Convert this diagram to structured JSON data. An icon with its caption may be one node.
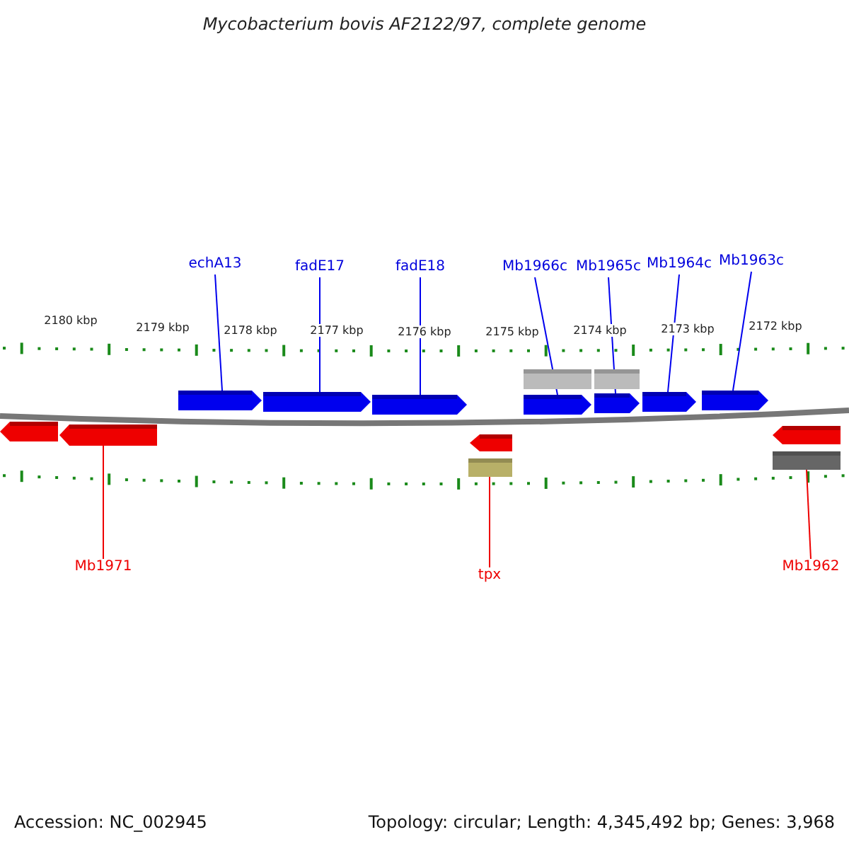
{
  "diagram": {
    "title": "Mycobacterium bovis AF2122/97, complete genome",
    "nodes": [
      {
        "text": [
          "echA13"
        ]
      },
      {
        "text": [
          "fadE17"
        ]
      },
      {
        "text": [
          "fadE18"
        ]
      },
      {
        "text": [
          "Mb1966c"
        ]
      },
      {
        "text": [
          "Mb1965c"
        ]
      },
      {
        "text": [
          "Mb1964c"
        ]
      },
      {
        "text": [
          "Mb1963c"
        ]
      },
      {
        "text": [],
        "shape": "arrow"
      },
      {
        "text": [],
        "shape": "arrow"
      },
      {
        "text": [],
        "shape": "arrow"
      },
      {
        "text": [],
        "shape": "arrow"
      },
      {
        "text": [],
        "shape": "arrow"
      },
      {
        "text": [],
        "shape": "arrow"
      },
      {
        "text": [],
        "shape": "arrow"
      },
      {
        "text": [],
        "shape": "bar"
      },
      {
        "text": [],
        "shape": "bar"
      },
      {
        "text": [],
        "shape": "arrow"
      },
      {
        "text": [],
        "shape": "arrow"
      },
      {
        "text": [],
        "shape": "arrow"
      },
      {
        "text": [],
        "shape": "arrow"
      },
      {
        "text": [],
        "shape": "bar"
      },
      {
        "text": [],
        "shape": "bar"
      },
      {
        "text": [
          "Mb1971"
        ]
      },
      {
        "text": [
          "tpx"
        ]
      },
      {
        "text": [
          "Mb1962"
        ]
      }
    ],
    "edges": [
      {
        "from": 0,
        "to": 7,
        "arrow": "none"
      },
      {
        "from": 1,
        "to": 8,
        "arrow": "none"
      },
      {
        "from": 2,
        "to": 9,
        "arrow": "none"
      },
      {
        "from": 3,
        "to": 10,
        "arrow": "none"
      },
      {
        "from": 4,
        "to": 11,
        "arrow": "none"
      },
      {
        "from": 5,
        "to": 12,
        "arrow": "none"
      },
      {
        "from": 6,
        "to": 13,
        "arrow": "none"
      },
      {
        "from": 22,
        "to": 17,
        "arrow": "none",
        "color": "#ee0000"
      },
      {
        "from": 23,
        "to": 20,
        "arrow": "none",
        "color": "#ee0000"
      },
      {
        "from": 24,
        "to": 21,
        "arrow": "none",
        "color": "#ee0000"
      }
    ],
    "labels": [
      "2180 kbp",
      "2179 kbp",
      "2178 kbp",
      "2177 kbp",
      "2176 kbp",
      "2175 kbp",
      "2174 kbp",
      "2173 kbp",
      "2172 kbp",
      "Accession: NC_002945",
      "Topology: circular; Length: 4,345,492 bp; Genes: 3,968"
    ]
  }
}
